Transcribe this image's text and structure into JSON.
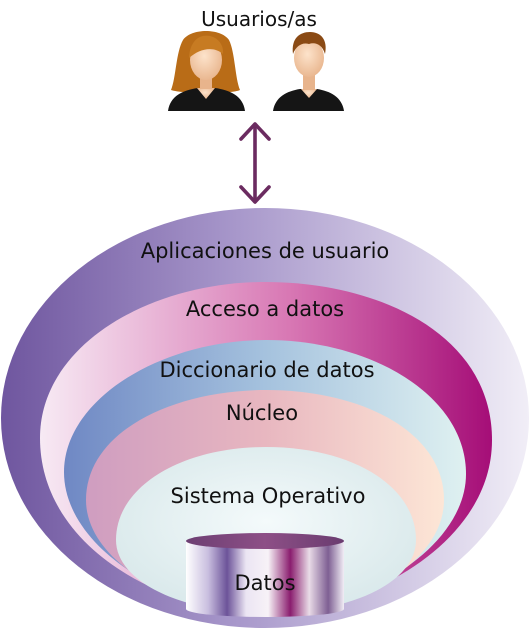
{
  "header": {
    "title": "Usuarios/as"
  },
  "layers": [
    {
      "label": "Aplicaciones de usuario"
    },
    {
      "label": "Acceso a datos"
    },
    {
      "label": "Diccionario de datos"
    },
    {
      "label": "Núcleo"
    },
    {
      "label": "Sistema Operativo"
    }
  ],
  "core": {
    "label": "Datos"
  },
  "colors": {
    "apps_dark": "#7a62ab",
    "apps_light": "#ebe6f3",
    "access_dark": "#b5127e",
    "access_light": "#f6dff0",
    "dictionary_dark": "#7d94cb",
    "dictionary_light": "#d7eef0",
    "kernel_dark": "#d4a2c2",
    "kernel_light": "#fbe2d5",
    "os": "#e1eef0",
    "arrow": "#6b2b60",
    "hair_female": "#b96c17",
    "hair_male": "#8a4a14",
    "skin": "#f2c9a5",
    "clothing": "#151515"
  },
  "icons": [
    "female-user-icon",
    "male-user-icon",
    "bidirectional-arrow-icon",
    "database-cylinder-icon"
  ]
}
